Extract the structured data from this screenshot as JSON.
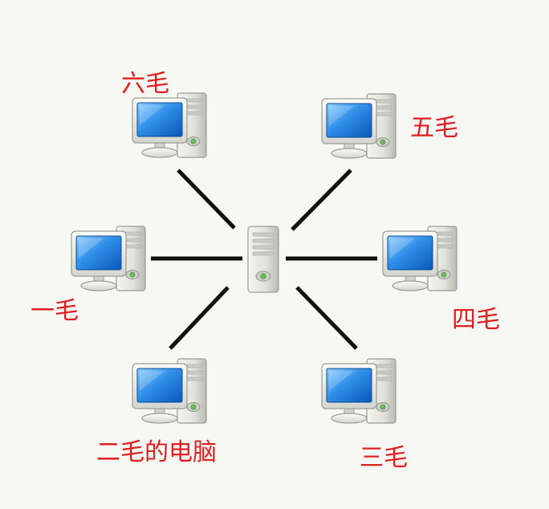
{
  "diagram": {
    "type": "star-network",
    "center": {
      "name": "server",
      "icon": "server-tower-icon"
    },
    "nodes": [
      {
        "id": "liu",
        "label": "六毛",
        "icon": "desktop-computer-icon"
      },
      {
        "id": "wu",
        "label": "五毛",
        "icon": "desktop-computer-icon"
      },
      {
        "id": "yi",
        "label": "一毛",
        "icon": "desktop-computer-icon"
      },
      {
        "id": "si",
        "label": "四毛",
        "icon": "desktop-computer-icon"
      },
      {
        "id": "er",
        "label": "二毛的电脑",
        "icon": "desktop-computer-icon"
      },
      {
        "id": "san",
        "label": "三毛",
        "icon": "desktop-computer-icon"
      }
    ],
    "colors": {
      "label": "#e02020",
      "link": "#111111",
      "screen": "#1e78d6",
      "case": "#e4e6e0"
    }
  }
}
